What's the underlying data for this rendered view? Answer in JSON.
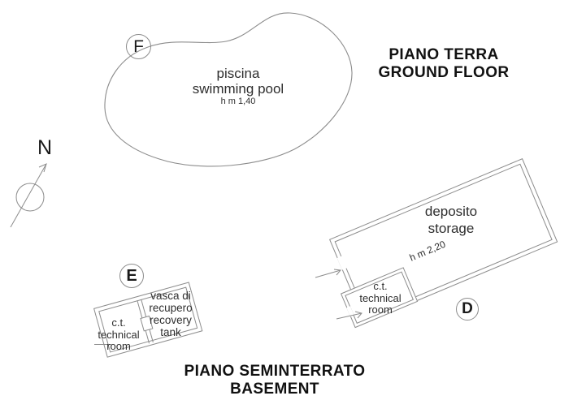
{
  "colors": {
    "background": "#ffffff",
    "line": "#8c8c8c",
    "label_text": "#2e2e2e",
    "heading_text": "#111111"
  },
  "compass": {
    "label": "N"
  },
  "ground_floor": {
    "title": {
      "line1": "PIANO TERRA",
      "line2": "GROUND FLOOR"
    },
    "pool": {
      "marker": "F",
      "name_it": "piscina",
      "name_en": "swimming pool",
      "depth_note": "h m 1,40"
    }
  },
  "basement": {
    "title": {
      "line1": "PIANO SEMINTERRATO",
      "line2": "BASEMENT"
    },
    "storage": {
      "marker": "D",
      "name_it": "deposito",
      "name_en": "storage",
      "height_note": "h m 2,20",
      "technical_room": {
        "line1": "c.t.",
        "line2": "technical",
        "line3": "room"
      }
    },
    "annex": {
      "marker": "E",
      "technical_room": {
        "line1": "c.t.",
        "line2": "technical",
        "line3": "room"
      },
      "recovery_tank": {
        "line1": "vasca di",
        "line2": "recupero",
        "line3": "recovery",
        "line4": "tank"
      }
    }
  }
}
